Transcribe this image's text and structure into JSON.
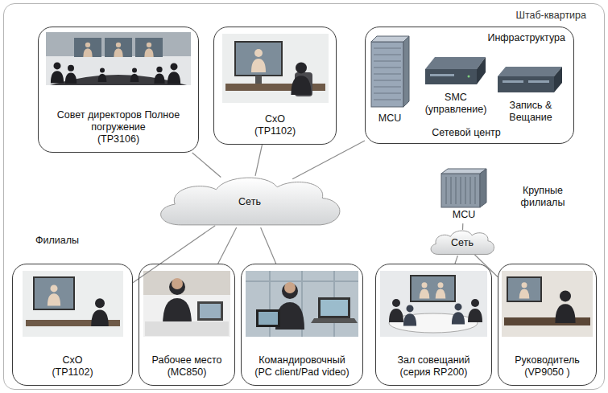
{
  "diagram": {
    "nodes": [
      {
        "text": [
          "Штаб-квартира"
        ]
      },
      {
        "text": [
          "Совет директоров Полное погружение",
          "(TP3106)"
        ],
        "in": 0
      },
      {
        "text": [
          "CxO",
          "(TP1102)"
        ],
        "in": 0
      },
      {
        "text": [
          "Инфраструктура",
          "MCU",
          "SMC (управление)",
          "Запись & Вещание",
          "Сетевой центр"
        ],
        "in": 0
      },
      {
        "text": [
          "Сеть"
        ],
        "in": 0
      },
      {
        "text": [
          "MCU"
        ],
        "in": 0
      },
      {
        "text": [
          "Сеть"
        ],
        "in": 0
      },
      {
        "text": [
          "CxO",
          "(TP1102)"
        ],
        "in": 0
      },
      {
        "text": [
          "Рабочее место",
          "(MC850)"
        ],
        "in": 0
      },
      {
        "text": [
          "Командировочный",
          "(PC client/Pad video)"
        ],
        "in": 0
      },
      {
        "text": [
          "Зал совещаний",
          "(серия RP200)"
        ],
        "in": 0
      },
      {
        "text": [
          "Руководитель",
          "(VP9050 )"
        ],
        "in": 0
      }
    ],
    "edges": [
      {
        "from": 4,
        "to": 1,
        "arrow": "none"
      },
      {
        "from": 4,
        "to": 2,
        "arrow": "none"
      },
      {
        "from": 4,
        "to": 3,
        "arrow": "none"
      },
      {
        "from": 4,
        "to": 7,
        "arrow": "none"
      },
      {
        "from": 4,
        "to": 8,
        "arrow": "none"
      },
      {
        "from": 4,
        "to": 9,
        "arrow": "none"
      },
      {
        "from": 5,
        "to": 6,
        "arrow": "none"
      },
      {
        "from": 6,
        "to": 10,
        "arrow": "none"
      },
      {
        "from": 6,
        "to": 11,
        "arrow": "none"
      }
    ],
    "labels": [
      "Филиалы",
      "Крупные филиалы"
    ]
  }
}
